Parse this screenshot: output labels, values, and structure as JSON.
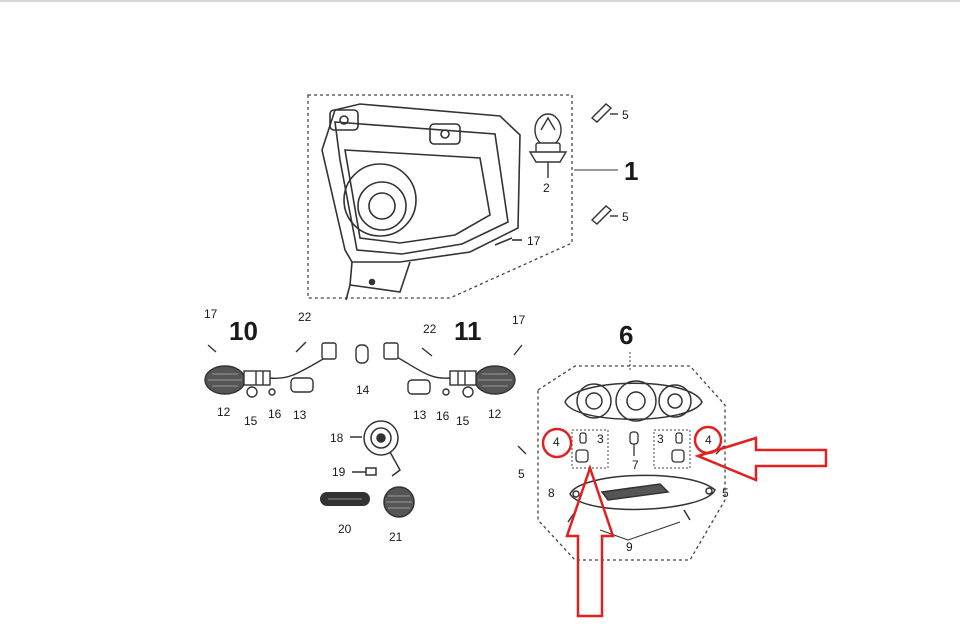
{
  "diagram": {
    "headlight_group": {
      "assembly_label": "1",
      "parts": {
        "bulb": "2",
        "clip_top": "5",
        "clip_bottom": "5",
        "screw": "17"
      }
    },
    "turn_signal_left": {
      "assembly_label": "10",
      "parts": {
        "screw": "17",
        "bolt": "22",
        "lens": "12",
        "washer": "15",
        "nut": "16",
        "socket": "13",
        "bulb": "14"
      }
    },
    "turn_signal_right": {
      "assembly_label": "11",
      "parts": {
        "bolt": "22",
        "screw": "17",
        "socket": "13",
        "nut": "16",
        "washer": "15",
        "lens": "12"
      }
    },
    "horn_group": {
      "parts": {
        "horn": "18",
        "bolt": "19",
        "grille": "20",
        "cover": "21"
      }
    },
    "tail_light_group": {
      "assembly_label": "6",
      "parts": {
        "bulb_left_highlighted": "4",
        "bulb_left": "3",
        "bulb_center": "7",
        "bulb_right": "3",
        "bulb_right_highlighted": "4",
        "screw_left": "5",
        "lens": "8",
        "screw_right": "5",
        "clips": "9"
      }
    },
    "colors": {
      "line": "#333333",
      "highlight": "#e32020",
      "background": "#ffffff"
    }
  }
}
